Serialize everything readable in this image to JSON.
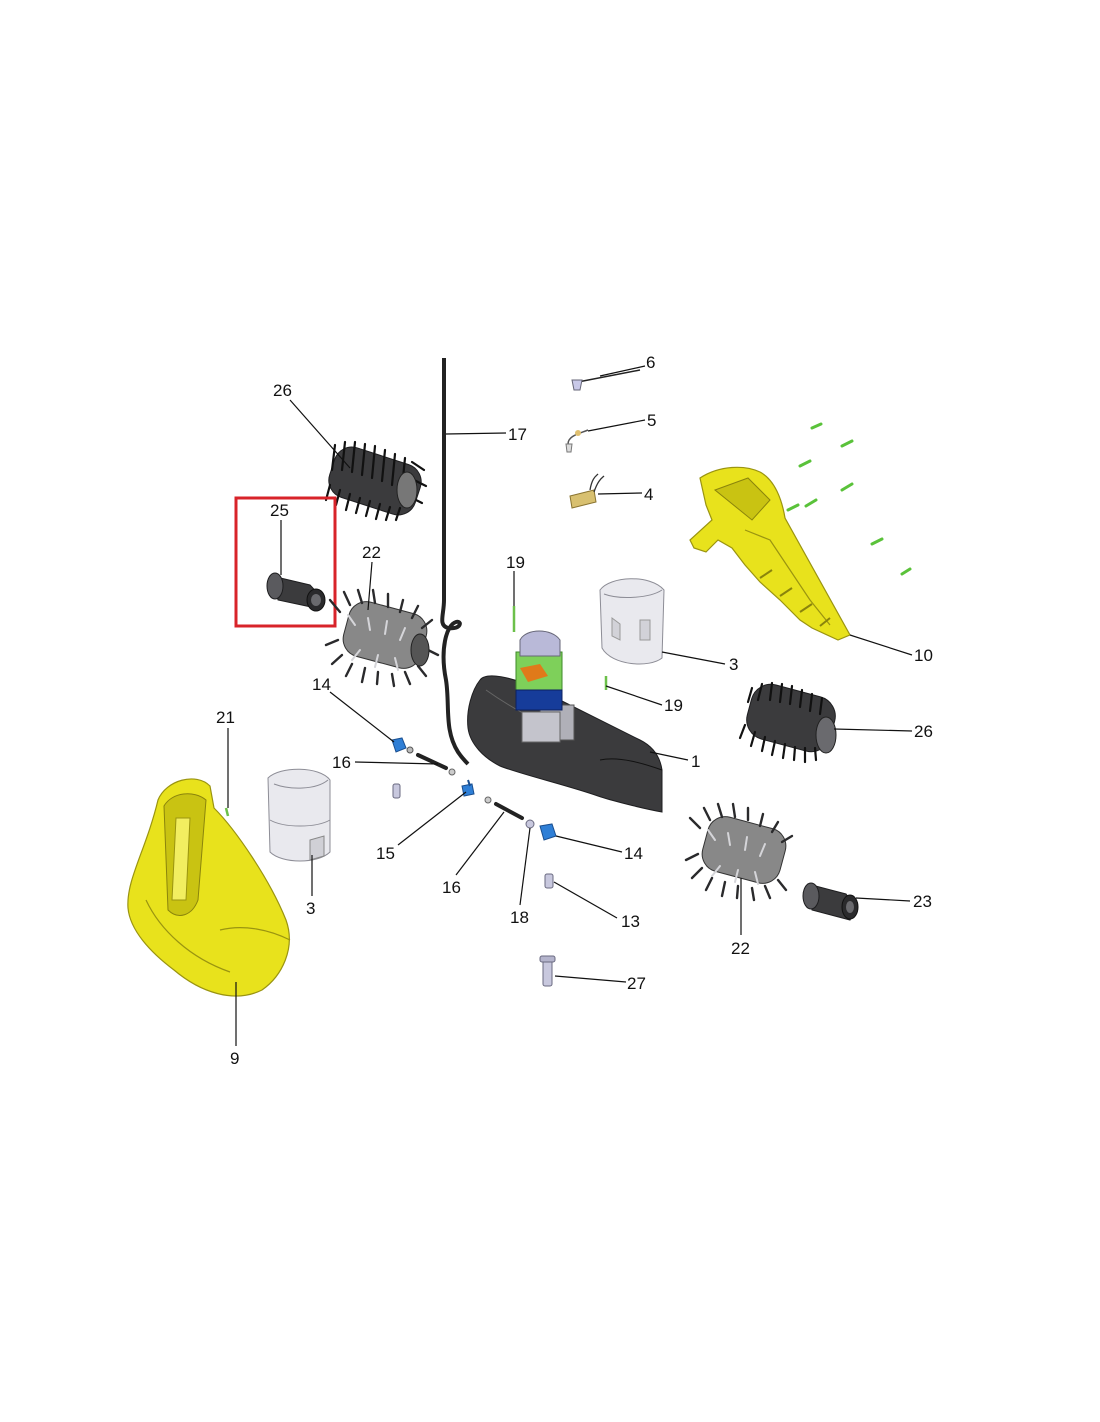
{
  "labels": {
    "p1": "1",
    "p3a": "3",
    "p3b": "3",
    "p4": "4",
    "p5": "5",
    "p6": "6",
    "p9": "9",
    "p10": "10",
    "p13": "13",
    "p14a": "14",
    "p14b": "14",
    "p15": "15",
    "p16a": "16",
    "p16b": "16",
    "p17": "17",
    "p18": "18",
    "p19a": "19",
    "p19b": "19",
    "p21": "21",
    "p22a": "22",
    "p22b": "22",
    "p23": "23",
    "p25": "25",
    "p26a": "26",
    "p26b": "26",
    "p27": "27"
  },
  "highlight": {
    "part": "25",
    "color": "#d8232a"
  },
  "colors": {
    "housing": "#e8e21c",
    "brush": "#3b3b3d",
    "hose": "#2f7fd6",
    "clip": "#7ed05a"
  }
}
